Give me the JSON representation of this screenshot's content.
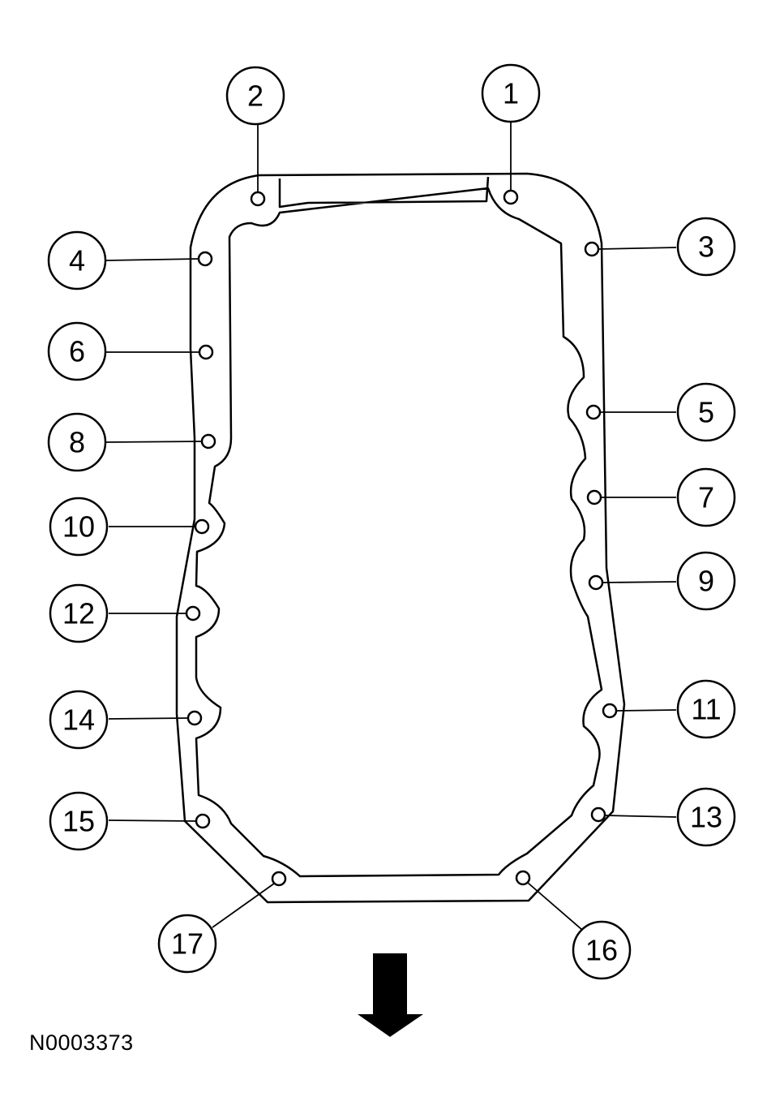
{
  "reference_code": "N0003373",
  "colors": {
    "line": "#000000",
    "background": "#ffffff"
  },
  "icons": {
    "direction_arrow": "arrow-down-icon"
  },
  "callouts": [
    {
      "id": "1",
      "label": "1"
    },
    {
      "id": "2",
      "label": "2"
    },
    {
      "id": "3",
      "label": "3"
    },
    {
      "id": "4",
      "label": "4"
    },
    {
      "id": "5",
      "label": "5"
    },
    {
      "id": "6",
      "label": "6"
    },
    {
      "id": "7",
      "label": "7"
    },
    {
      "id": "8",
      "label": "8"
    },
    {
      "id": "9",
      "label": "9"
    },
    {
      "id": "10",
      "label": "10"
    },
    {
      "id": "11",
      "label": "11"
    },
    {
      "id": "12",
      "label": "12"
    },
    {
      "id": "13",
      "label": "13"
    },
    {
      "id": "14",
      "label": "14"
    },
    {
      "id": "15",
      "label": "15"
    },
    {
      "id": "16",
      "label": "16"
    },
    {
      "id": "17",
      "label": "17"
    }
  ]
}
